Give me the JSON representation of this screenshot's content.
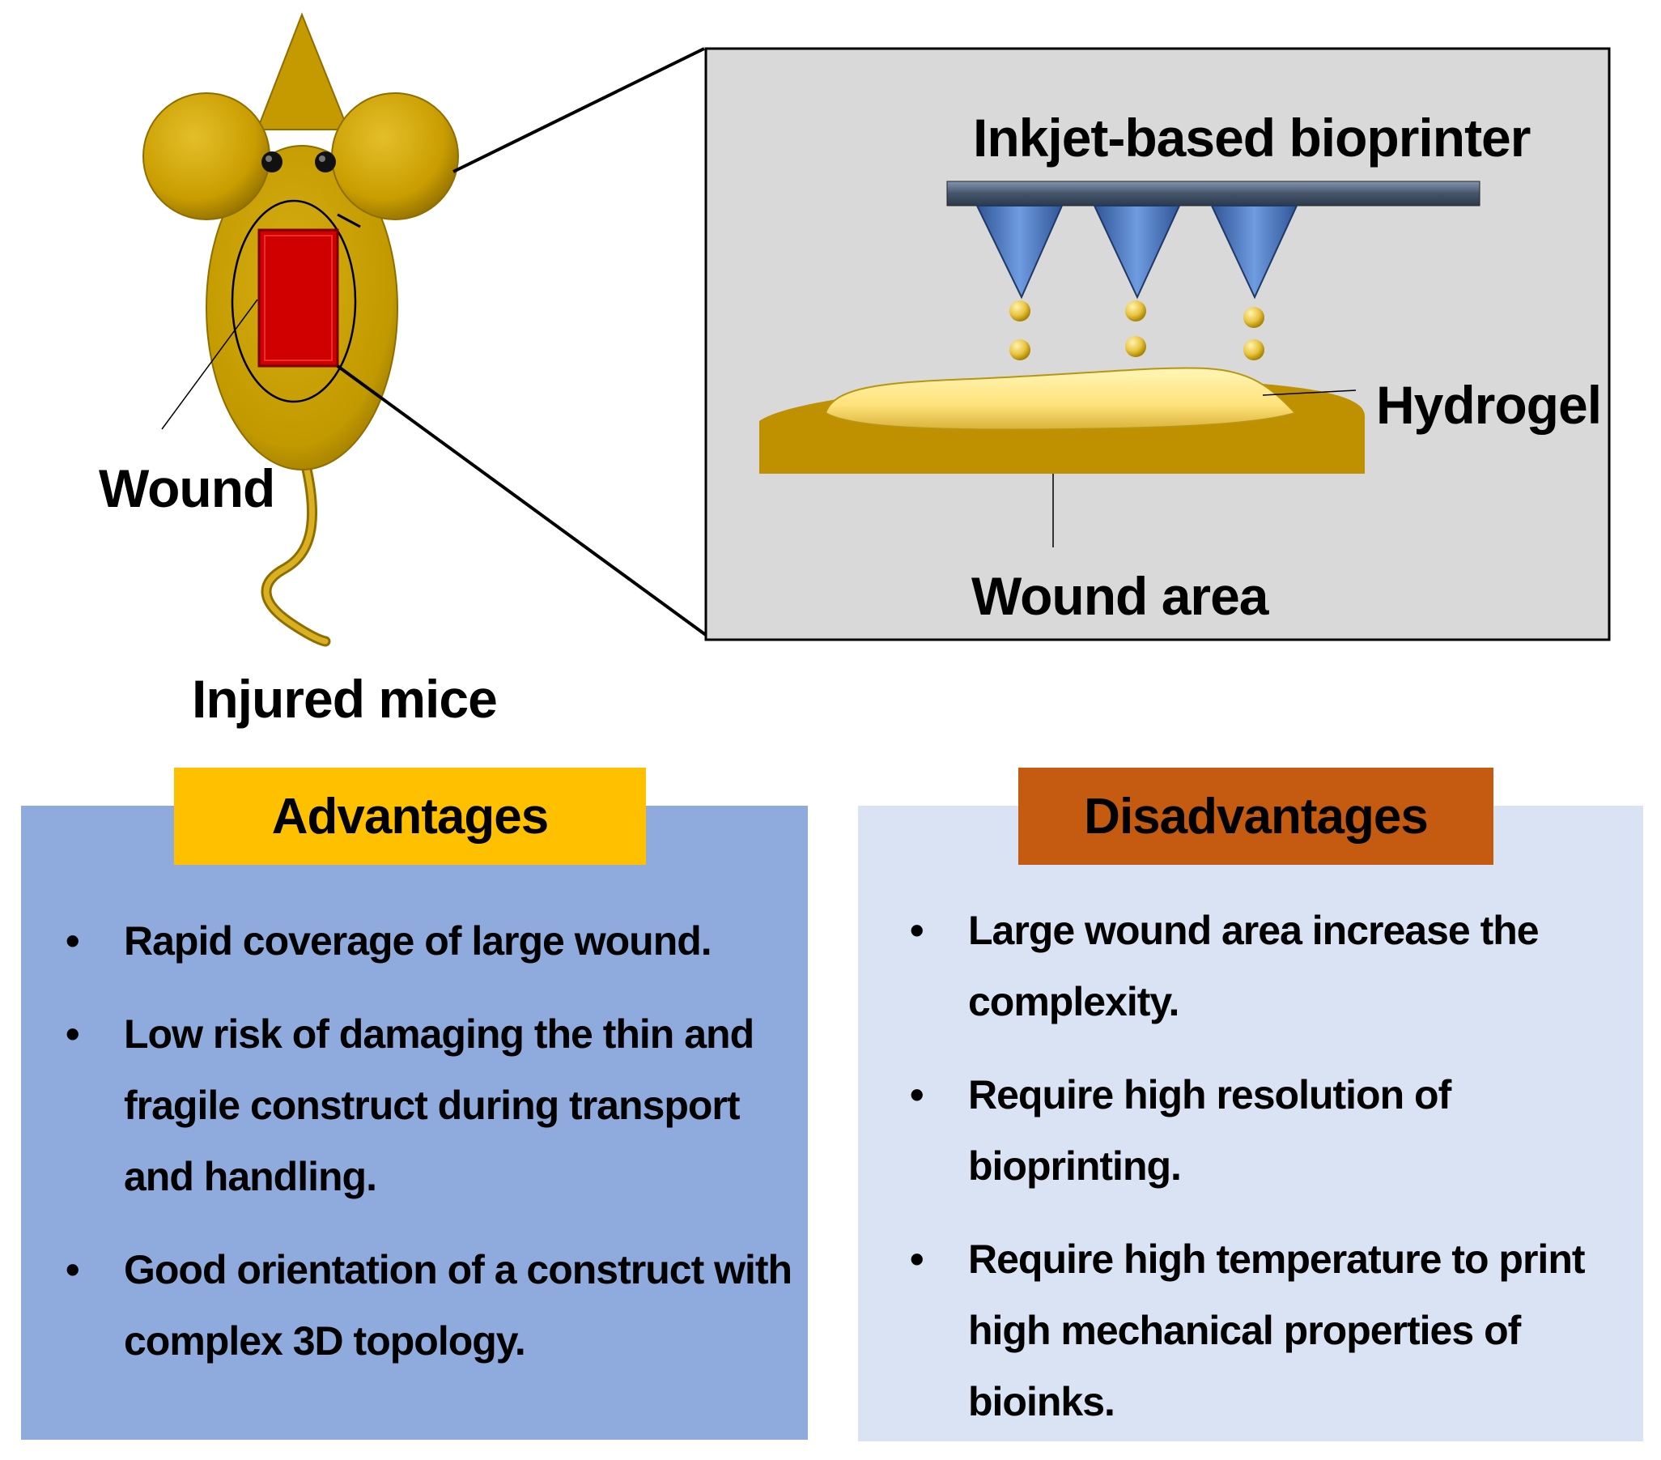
{
  "labels": {
    "wound": "Wound",
    "injured_mice": "Injured mice",
    "printer": "Inkjet-based bioprinter",
    "hydrogel": "Hydrogel",
    "wound_area": "Wound area"
  },
  "advantages": {
    "title": "Advantages",
    "items": [
      "Rapid coverage of large wound.",
      "Low risk of damaging the thin and fragile construct during transport and handling.",
      "Good orientation of a construct with complex 3D topology."
    ]
  },
  "disadvantages": {
    "title": "Disadvantages",
    "items": [
      "Large wound area increase the complexity.",
      "Require high resolution of bioprinting.",
      "Require high temperature to print high mechanical properties of bioinks."
    ]
  },
  "bullet": "•",
  "colors": {
    "mouse": "#c9a000",
    "wound": "#d00000",
    "zoom_bg": "#d9d9d9",
    "printer_bar": "#44546a",
    "nozzle": "#4472c4",
    "droplet": "#f2d35a",
    "hydrogel": "#ffe680",
    "wound_bed": "#bf9000",
    "advantages_panel": "#8faadc",
    "advantages_header": "#ffc000",
    "disadvantages_panel": "#dae3f3",
    "disadvantages_header": "#c55a11"
  }
}
